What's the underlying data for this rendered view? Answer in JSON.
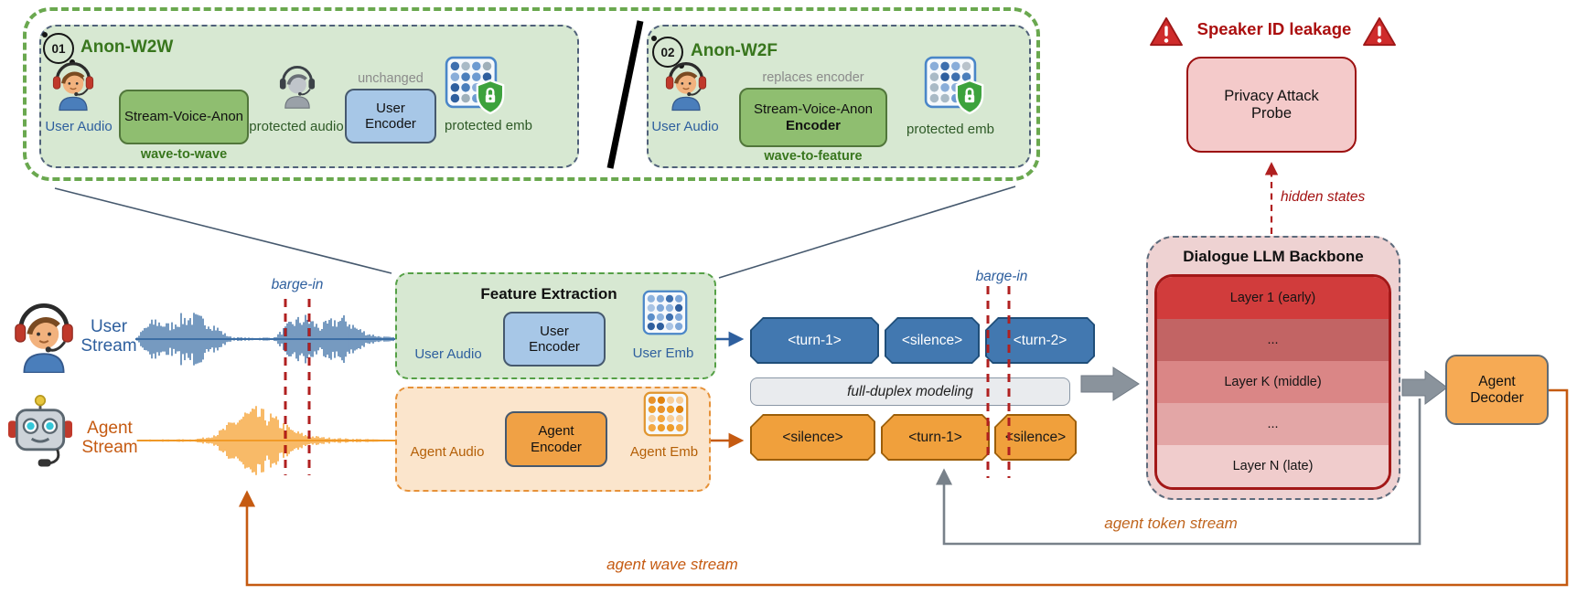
{
  "colors": {
    "green_accent": "#6aa84f",
    "panel_green_fill": "#d7e8d2",
    "blue_accent": "#2e5f9e",
    "orange_accent": "#c55a11",
    "token_blue": "#4278b0",
    "token_orange": "#f0a03c",
    "warning_red": "#ab0f0f",
    "backbone_fill": "#eed2d2"
  },
  "anon_w2w": {
    "badge": "01",
    "title": "Anon-W2W",
    "input_label": "User Audio",
    "anon_box": "Stream-Voice-Anon",
    "caption": "wave-to-wave",
    "mid_label": "protected audio",
    "encoder_note": "unchanged",
    "encoder_line1": "User",
    "encoder_line2": "Encoder",
    "out_label": "protected emb"
  },
  "anon_w2f": {
    "badge": "02",
    "title": "Anon-W2F",
    "input_label": "User Audio",
    "encoder_note": "replaces encoder",
    "anon_box_line1": "Stream-Voice-Anon",
    "anon_box_line2": "Encoder",
    "caption": "wave-to-feature",
    "out_label": "protected emb"
  },
  "streams": {
    "user_line1": "User",
    "user_line2": "Stream",
    "agent_line1": "Agent",
    "agent_line2": "Stream",
    "barge_in_left": "barge-in",
    "barge_in_right": "barge-in"
  },
  "feature_extraction": {
    "title": "Feature Extraction",
    "user_audio": "User Audio",
    "user_encoder_line1": "User",
    "user_encoder_line2": "Encoder",
    "user_emb": "User Emb",
    "agent_audio": "Agent Audio",
    "agent_encoder_line1": "Agent",
    "agent_encoder_line2": "Encoder",
    "agent_emb": "Agent Emb"
  },
  "tokens": {
    "user_row": [
      "<turn-1>",
      "<silence>",
      "<turn-2>"
    ],
    "duplex_bar": "full-duplex modeling",
    "agent_row": [
      "<silence>",
      "<turn-1>",
      "<silence>"
    ]
  },
  "backbone": {
    "title": "Dialogue LLM Backbone",
    "layers": [
      "Layer 1 (early)",
      "...",
      "Layer K (middle)",
      "...",
      "Layer N (late)"
    ]
  },
  "privacy": {
    "warning": "Speaker ID leakage",
    "probe_line1": "Privacy Attack",
    "probe_line2": "Probe",
    "hidden_states": "hidden states"
  },
  "decoder": {
    "line1": "Agent",
    "line2": "Decoder"
  },
  "loops": {
    "token_stream": "agent token stream",
    "wave_stream": "agent wave stream"
  }
}
